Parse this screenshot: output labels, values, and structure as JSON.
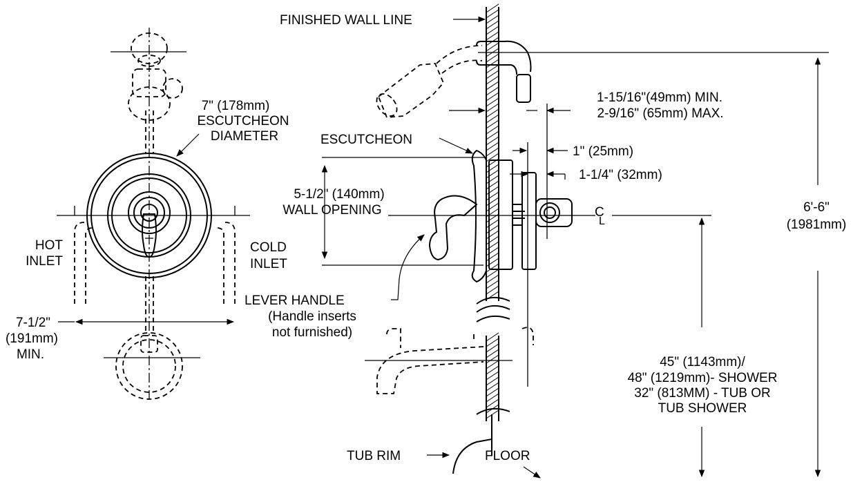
{
  "labels": {
    "finished_wall_line": "FINISHED WALL LINE",
    "escutcheon_diameter_1": "7\" (178mm)",
    "escutcheon_diameter_2": "ESCUTCHEON",
    "escutcheon_diameter_3": "DIAMETER",
    "escutcheon": "ESCUTCHEON",
    "wall_opening_1": "5-1/2\" (140mm)",
    "wall_opening_2": "WALL OPENING",
    "hot_inlet_1": "HOT",
    "hot_inlet_2": "INLET",
    "cold_inlet_1": "COLD",
    "cold_inlet_2": "INLET",
    "lever_handle_1": "LEVER  HANDLE",
    "lever_handle_2": "(Handle inserts",
    "lever_handle_3": "not furnished)",
    "width_1": "7-1/2\"",
    "width_2": "(191mm)",
    "width_3": "MIN.",
    "depth_min": "1-15/16\"(49mm) MIN.",
    "depth_max": "2-9/16\" (65mm) MAX.",
    "dim_one_inch": "1\" (25mm)",
    "dim_one_quarter": "1-1/4\" (32mm)",
    "centerline_c": "C",
    "centerline_l": "L",
    "height_total_1": "6'-6\"",
    "height_total_2": "(1981mm)",
    "height_valve_1": "45\" (1143mm)/",
    "height_valve_2": "48\" (1219mm)- SHOWER",
    "height_valve_3": "32\" (813MM) - TUB OR",
    "height_valve_4": "TUB SHOWER",
    "tub_rim": "TUB RIM",
    "floor": "FLOOR"
  }
}
